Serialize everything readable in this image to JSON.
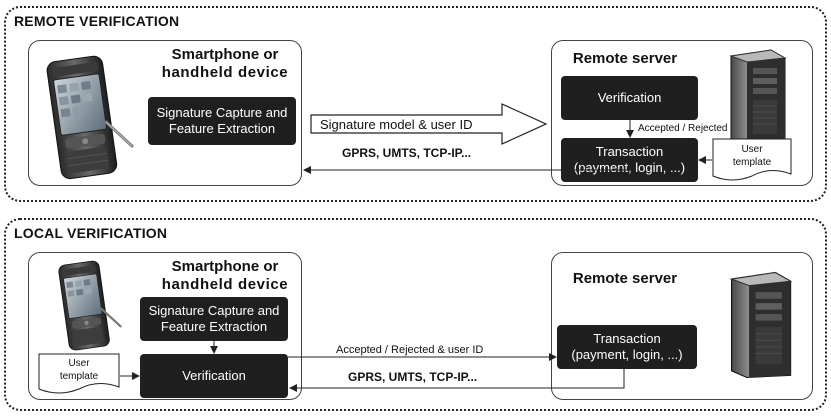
{
  "remote": {
    "title": "REMOTE VERIFICATION",
    "device_heading": [
      "Smartphone or",
      "handheld device"
    ],
    "capture_box": [
      "Signature Capture and",
      "Feature Extraction"
    ],
    "server_heading": "Remote server",
    "verification_box": "Verification",
    "accepted_label": "Accepted / Rejected",
    "transaction_box": [
      "Transaction",
      "(payment, login, ...)"
    ],
    "template_label": [
      "User",
      "template"
    ],
    "arrow_label": "Signature model & user ID",
    "protocol_label": "GPRS, UMTS, TCP-IP..."
  },
  "local": {
    "title": "LOCAL VERIFICATION",
    "device_heading": [
      "Smartphone or",
      "handheld device"
    ],
    "capture_box": [
      "Signature Capture and",
      "Feature Extraction"
    ],
    "template_label": [
      "User",
      "template"
    ],
    "verification_box": "Verification",
    "server_heading": "Remote server",
    "transaction_box": [
      "Transaction",
      "(payment, login, ...)"
    ],
    "arrow_label": "Accepted / Rejected & user ID",
    "protocol_label": "GPRS, UMTS, TCP-IP..."
  },
  "colors": {
    "dark_box": "#1f1f1f",
    "border": "#222222"
  },
  "icons": [
    "smartphone-icon",
    "server-tower-icon",
    "document-icon"
  ]
}
